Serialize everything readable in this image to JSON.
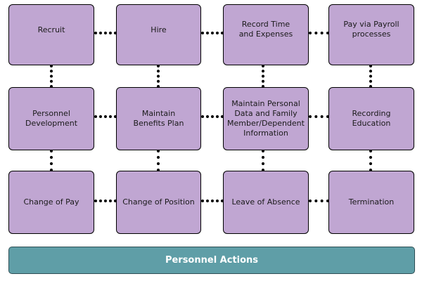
{
  "colors": {
    "box_fill": "#c0a6d2",
    "box_border": "#000000",
    "connector": "#000000",
    "footer_fill": "#5f9ea7",
    "footer_text": "#ffffff"
  },
  "rows": [
    {
      "boxes": [
        "Recruit",
        "Hire",
        "Record Time and Expenses",
        "Pay via Payroll processes"
      ]
    },
    {
      "boxes": [
        "Personnel Development",
        "Maintain Benefits Plan",
        "Maintain Personal Data and Family Member/Dependent Information",
        "Recording Education"
      ]
    },
    {
      "boxes": [
        "Change of Pay",
        "Change of Position",
        "Leave of Absence",
        "Termination"
      ]
    }
  ],
  "footer": {
    "label": "Personnel Actions"
  }
}
